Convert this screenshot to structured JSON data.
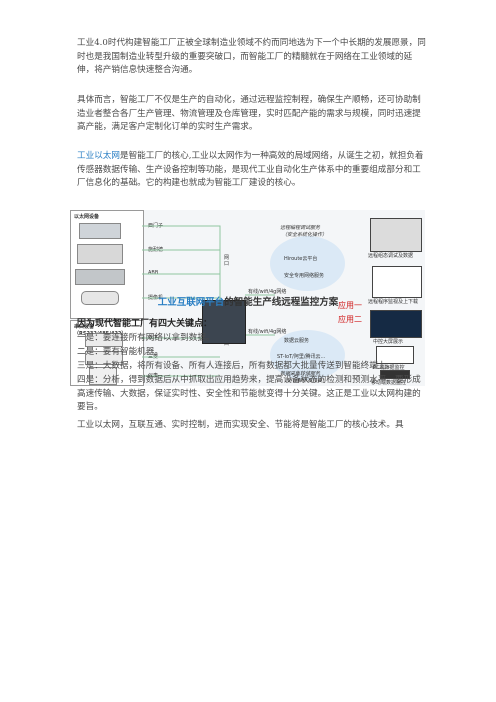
{
  "para1": "工业4.0时代构建智能工厂正被全球制造业领域不约而同地选为下一个中长期的发展愿景，同时也是我国制造业转型升级的重要突破口，而智能工厂的精髓就在于网络在工业领域的延伸，将产销信息快速整合沟通。",
  "para2": "具体而言，智能工厂不仅是生产的自动化，通过远程监控制程，确保生产顺畅，还可协助制造业者整合各厂生产管理、物流管理及仓库管理，实时匹配产能的需求与规模，同时迅速提高产能，满足客户定制化订单的实时生产需求。",
  "para3_highlight": "工业以太网",
  "para3_rest": "是智能工厂的核心,工业以太网作为一种高效的局域网络，从诞生之初，就担负着传感器数据传输、生产设备控制等功能，是现代工业自动化生产体系中的重要组成部分和工厂信息化的基础。它的构建也就成为智能工厂建设的核心。",
  "diagram": {
    "ethernet_group": "以太网设备",
    "serial_group": "串口设备（RS232/485/422）",
    "devices_eth": [
      "西门子",
      "施耐德",
      "ABB",
      "摄像机"
    ],
    "devices_serial": [
      "松下",
      "三菱",
      "仪表"
    ],
    "port_eth": "网口",
    "port_serial": "串口",
    "link_top": "有线/wifi/4g网络",
    "link_bottom": "有线/wifi/4g网络",
    "cloud_top_title": "远程编程调试服务",
    "cloud_top_sub": "（安全系统化操作）",
    "cloud_top_platform": "Hiroute云平台",
    "cloud_top_note": "安全专用网络服务",
    "cloud_bottom_title": "数据采集转储服务",
    "cloud_bottom_sub": "（协议解析及转换）",
    "cloud_bottom_platform": "ST-IoT/阿里/腾讯云...",
    "cloud_bottom_note": "数据云服务",
    "app1": "应用一",
    "app2": "应用二",
    "screens": [
      "远程组态调试及数据",
      "远程程序监视及上下载",
      "中控大屏展示",
      "PC端数据监控",
      "移动端数据监控"
    ]
  },
  "caption_highlight": "工业互联网平台",
  "caption_rest": "的智能生产线远程监控方案",
  "heading": "因为现代智能工厂有四大关键点：",
  "points": [
    "一是：要连接所有网络以拿到数据。",
    "二是：要有智能机器。",
    "三是：大数据，将所有设备、所有人连接后，所有数据都大批量传送到智能终端上。",
    "四是：分析，得到数据后从中抓取出应用趋势来，提高设备状态的检测和预测水平。要形成高速传输、大数据，保证实时性、安全性和节能就变得十分关键。这正是工业以太网构建的要旨。"
  ],
  "last_para": "工业以太网，互联互通、实时控制，进而实现安全、节能将是智能工厂的核心技术。具"
}
